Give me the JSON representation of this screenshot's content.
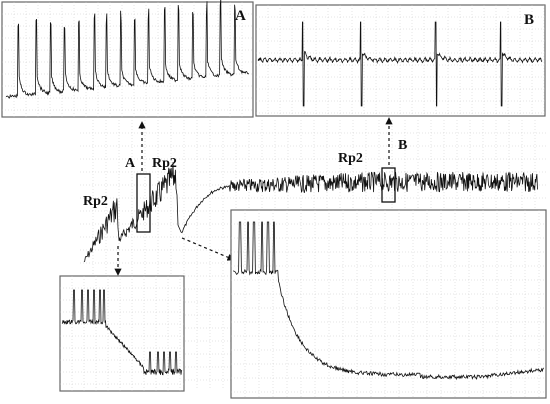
{
  "labels": {
    "panel_a_tag": "A",
    "panel_b_tag": "B",
    "trace_a_marker": "A",
    "trace_b_marker": "B",
    "rp2_left": "Rp2",
    "rp2_center": "Rp2",
    "rp2_right": "Rp2"
  },
  "colors": {
    "trace": "#111111",
    "grid": "#c9c9c9",
    "frame": "#333333",
    "panel_frame": "#666666"
  }
}
